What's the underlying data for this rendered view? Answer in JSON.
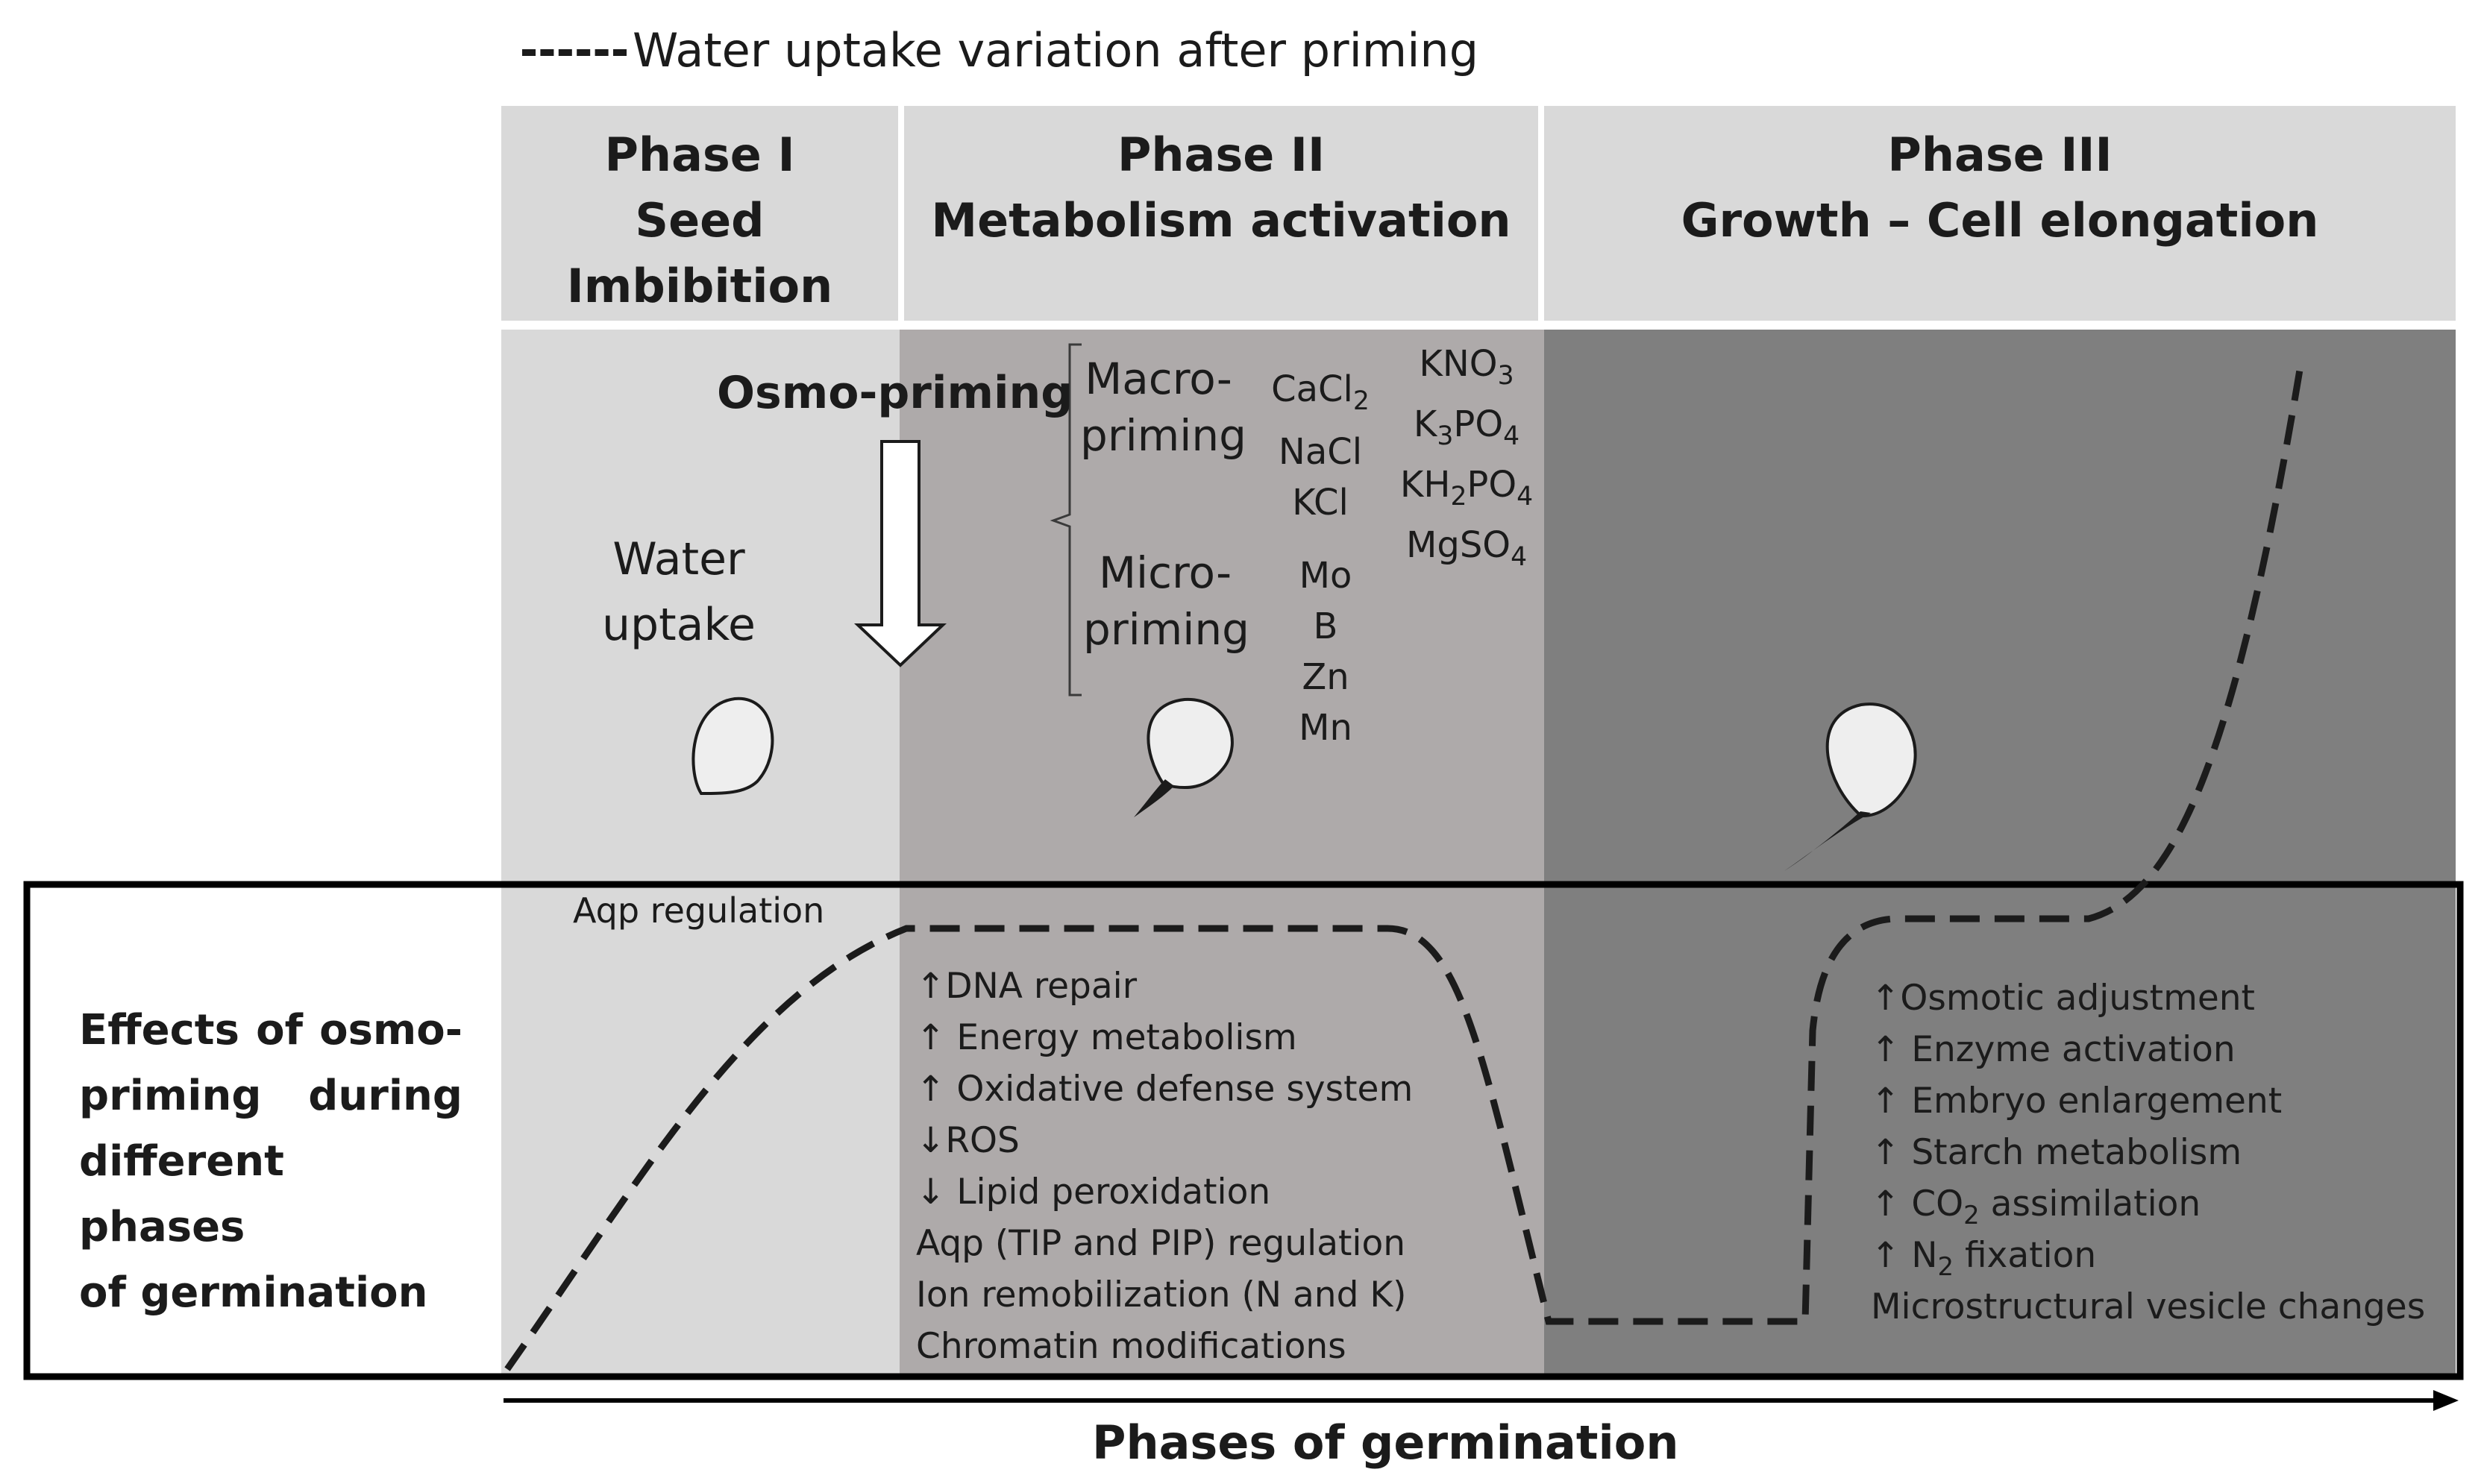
{
  "legend": {
    "text": "Water uptake variation after priming"
  },
  "phases": [
    {
      "title": "Phase I",
      "subtitle_lines": [
        "Seed",
        "Imbibition"
      ]
    },
    {
      "title": "Phase II",
      "subtitle_lines": [
        "Metabolism activation"
      ]
    },
    {
      "title": "Phase III",
      "subtitle_lines": [
        "Growth – Cell elongation"
      ]
    }
  ],
  "osmo_priming": {
    "label": "Osmo-priming",
    "macro": {
      "label_lines": [
        "Macro-",
        "priming"
      ],
      "salts_a": [
        "CaCl2",
        "NaCl",
        "KCl"
      ],
      "salts_b": [
        "KNO3",
        "K3PO4",
        "KH2PO4",
        "MgSO4"
      ]
    },
    "micro": {
      "label_lines": [
        "Micro-",
        "priming"
      ],
      "elements": [
        "Mo",
        "B",
        "Zn",
        "Mn"
      ]
    }
  },
  "water_uptake": {
    "label_lines": [
      "Water",
      "uptake"
    ]
  },
  "effects_box": {
    "label_lines": [
      "Effects of osmo-",
      "priming during",
      "different phases",
      "of germination"
    ]
  },
  "phase1_effects": {
    "text": "Aqp regulation"
  },
  "phase2_effects": [
    "↑DNA repair",
    "↑ Energy metabolism",
    "↑ Oxidative defense system",
    "↓ROS",
    "↓ Lipid peroxidation",
    "Aqp (TIP and PIP) regulation",
    "Ion remobilization (N and K)",
    "Chromatin modifications"
  ],
  "phase3_effects": [
    "↑Osmotic adjustment",
    "↑ Enzyme activation",
    "↑ Embryo enlargement",
    "↑ Starch metabolism",
    "↑ CO2 assimilation",
    "↑ N2 fixation",
    "Microstructural vesicle changes"
  ],
  "x_axis": {
    "label": "Phases of germination"
  },
  "colors": {
    "header": "#d9d9d9",
    "phase1": "#d9d9d9",
    "phase2": "#aeaaaa",
    "phase3": "#7f7f7f",
    "seed": "#eeeeee",
    "line": "#1b1b1b"
  }
}
